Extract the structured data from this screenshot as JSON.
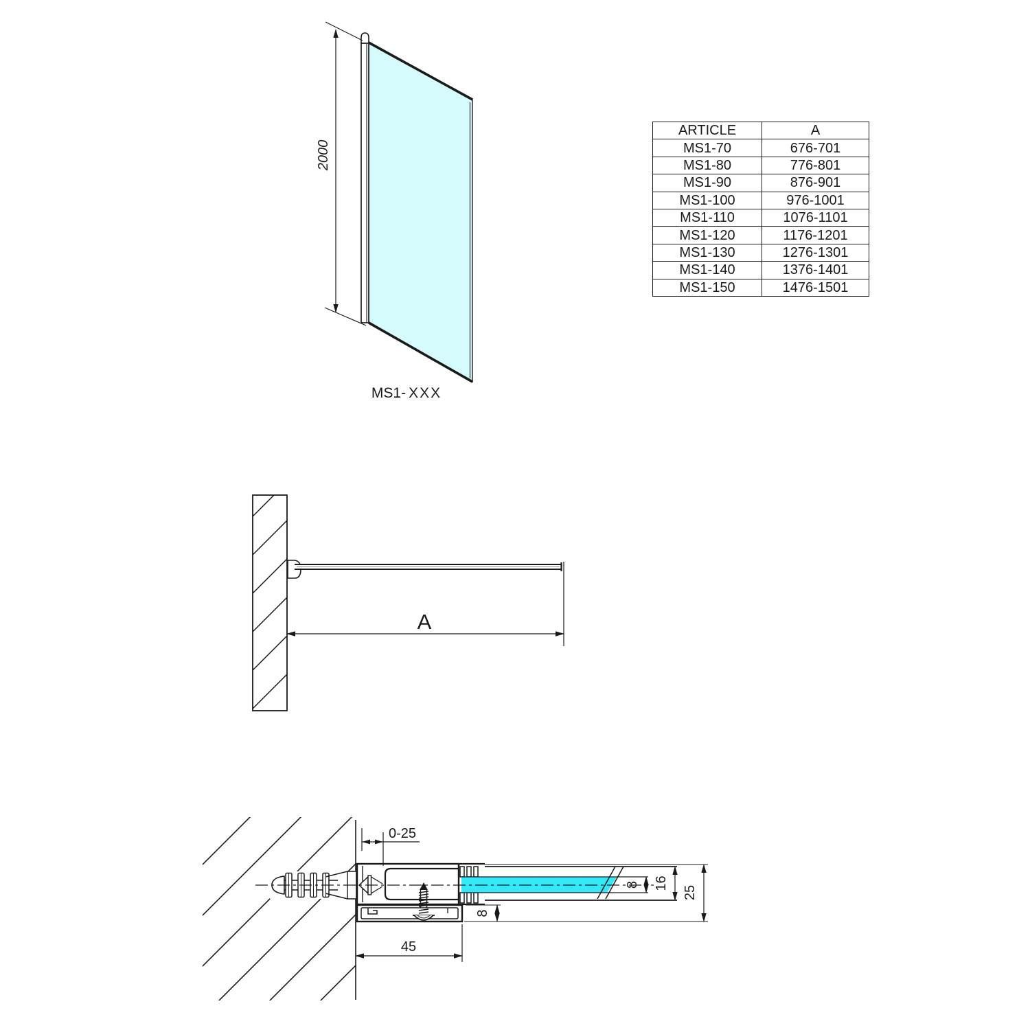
{
  "colors": {
    "line": "#1a1a1a",
    "glass_fill_light": "#d6fbfd",
    "glass_fill_section": "#35e8f8"
  },
  "elevation": {
    "height_label": "2000",
    "product_label_prefix": "MS1-",
    "product_label_suffix": "XXX"
  },
  "plan": {
    "width_label": "A"
  },
  "section": {
    "labels": {
      "insertion_range": "0-25",
      "profile_width": "45",
      "glass_thickness": "8",
      "clamp_height": "16",
      "profile_height": "25",
      "trim_height": "8"
    }
  },
  "spec_table": {
    "headers": {
      "article": "ARTICLE",
      "dimension": "A"
    },
    "rows": [
      {
        "article": "MS1-70",
        "a": "676-701"
      },
      {
        "article": "MS1-80",
        "a": "776-801"
      },
      {
        "article": "MS1-90",
        "a": "876-901"
      },
      {
        "article": "MS1-100",
        "a": "976-1001"
      },
      {
        "article": "MS1-110",
        "a": "1076-1101"
      },
      {
        "article": "MS1-120",
        "a": "1176-1201"
      },
      {
        "article": "MS1-130",
        "a": "1276-1301"
      },
      {
        "article": "MS1-140",
        "a": "1376-1401"
      },
      {
        "article": "MS1-150",
        "a": "1476-1501"
      }
    ]
  }
}
